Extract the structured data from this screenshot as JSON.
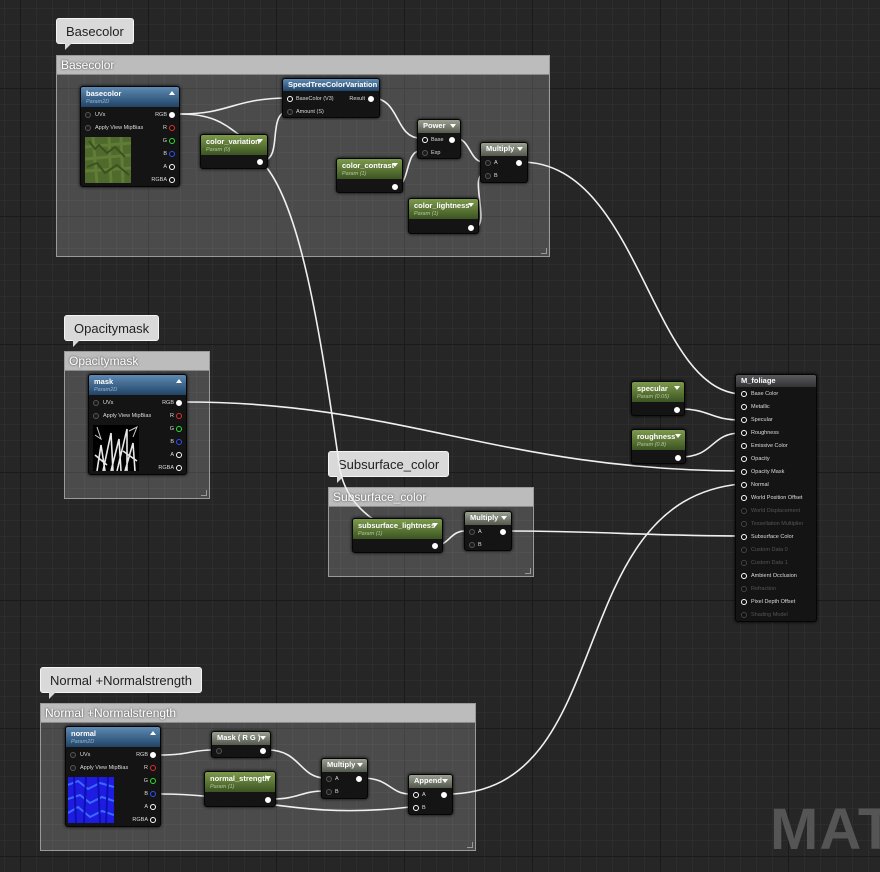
{
  "comments": {
    "basecolor": "Basecolor",
    "opacitymask": "Opacitymask",
    "subsurface": "Subsurface_color",
    "normal": "Normal +Normalstrength"
  },
  "pins": {
    "uvs": "UVs",
    "mipbias": "Apply View MipBias",
    "rgb": "RGB",
    "r": "R",
    "g": "G",
    "b": "B",
    "a": "A",
    "rgba": "RGBA",
    "base": "Base",
    "exp": "Exp",
    "amount": "Amount (S)",
    "basecolor_v3": "BaseColor (V3)",
    "result": "Result"
  },
  "nodes": {
    "basecolor_tex": {
      "title": "basecolor",
      "sub": "Param2D"
    },
    "color_variation": {
      "title": "color_variation",
      "sub": "Param (0)"
    },
    "speedtree": {
      "title": "SpeedTreeColorVariation"
    },
    "power": {
      "title": "Power"
    },
    "color_contrast": {
      "title": "color_contrast",
      "sub": "Param (1)"
    },
    "color_lightness": {
      "title": "color_lightness",
      "sub": "Param (1)"
    },
    "multiply1": {
      "title": "Multiply"
    },
    "mask_tex": {
      "title": "mask",
      "sub": "Param2D"
    },
    "specular": {
      "title": "specular",
      "sub": "Param (0.05)"
    },
    "roughness": {
      "title": "roughness",
      "sub": "Param (0.8)"
    },
    "subsurface_lightness": {
      "title": "subsurface_lightness",
      "sub": "Param (1)"
    },
    "multiply2": {
      "title": "Multiply"
    },
    "normal_tex": {
      "title": "normal",
      "sub": "Param2D"
    },
    "maskrgb": {
      "title": "Mask ( R G )"
    },
    "normal_strength": {
      "title": "normal_strength",
      "sub": "Param (1)"
    },
    "multiply3": {
      "title": "Multiply"
    },
    "append": {
      "title": "Append"
    }
  },
  "material": {
    "title": "M_foliage",
    "inputs": [
      {
        "label": "Base Color",
        "enabled": true
      },
      {
        "label": "Metallic",
        "enabled": true
      },
      {
        "label": "Specular",
        "enabled": true
      },
      {
        "label": "Roughness",
        "enabled": true
      },
      {
        "label": "Emissive Color",
        "enabled": true
      },
      {
        "label": "Opacity",
        "enabled": true
      },
      {
        "label": "Opacity Mask",
        "enabled": true
      },
      {
        "label": "Normal",
        "enabled": true
      },
      {
        "label": "World Position Offset",
        "enabled": true
      },
      {
        "label": "World Displacement",
        "enabled": false
      },
      {
        "label": "Tessellation Multiplier",
        "enabled": false
      },
      {
        "label": "Subsurface Color",
        "enabled": true
      },
      {
        "label": "Custom Data 0",
        "enabled": false
      },
      {
        "label": "Custom Data 1",
        "enabled": false
      },
      {
        "label": "Ambient Occlusion",
        "enabled": true
      },
      {
        "label": "Refraction",
        "enabled": false
      },
      {
        "label": "Pixel Depth Offset",
        "enabled": true
      },
      {
        "label": "Shading Model",
        "enabled": false
      }
    ]
  },
  "watermark": "MAT"
}
